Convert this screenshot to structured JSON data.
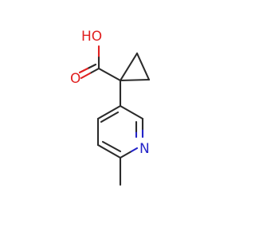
{
  "molecule": {
    "labels": {
      "hydroxyl": "HO",
      "carbonyl_oxygen": "O",
      "ring_nitrogen": "N"
    },
    "colors": {
      "carbon_bond": "#2b2b2b",
      "oxygen": "#e02020",
      "nitrogen": "#2424c8",
      "background": "#ffffff"
    }
  }
}
